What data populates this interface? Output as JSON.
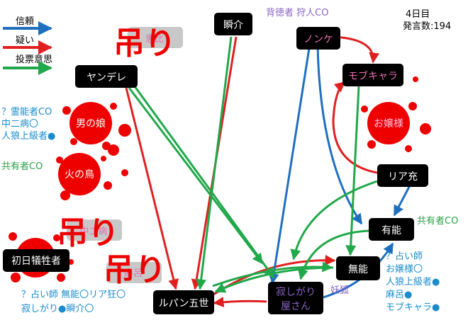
{
  "legend": [
    {
      "label": "信頼",
      "color": "#1f6fc0"
    },
    {
      "label": "疑い",
      "color": "#e02020"
    },
    {
      "label": "投票意思",
      "color": "#20a84a"
    }
  ],
  "header": {
    "day": "4日目",
    "post_count": "発言数:194",
    "role_claim": "背徳者 狩人CO"
  },
  "nodes": {
    "shunsuke": "瞬介",
    "nonke": "ノンケ",
    "mobu": "モブキャラ",
    "yandere": "ヤンデレ",
    "riajuu": "リア充",
    "arisu": "有能",
    "munou": "無能",
    "lupin": "ルパン五世",
    "sabishi_1": "寂しがり",
    "sabishi_2": "屋さん",
    "otokonoko": "男の娘",
    "hinotori": "火の鳥",
    "ojousama": "お嬢様",
    "shonichi": "初日犠牲者",
    "hidden_1": "恵比",
    "hidden_2": "麻呂",
    "hidden_3": "中二病"
  },
  "stamps": [
    "吊り",
    "吊り",
    "吊り"
  ],
  "annotations": {
    "left_co_1": "？霊能者CO",
    "left_co_2": "中二病〇",
    "left_co_3": "人狼上級者●",
    "kyouyuu_left": "共有者CO",
    "kyouyuu_right": "共有者CO",
    "youko": "妖狐",
    "bottom_1": "？占い師 無能〇リア狂〇",
    "bottom_2": "寂しがり●瞬介〇",
    "right_1": "？占い師",
    "right_2": "お嬢様〇",
    "right_3": "人狼上級者●",
    "right_4": "麻呂●",
    "right_5": "モブキャラ●"
  },
  "colors": {
    "trust": "#1f6fc0",
    "doubt": "#e02020",
    "vote": "#20a84a",
    "claim_purple": "#8a63c4",
    "note_blue": "#1a8ccc",
    "kyouyuu_green": "#2aa04a",
    "blood": "#ee0000",
    "node_bg": "#000000"
  }
}
